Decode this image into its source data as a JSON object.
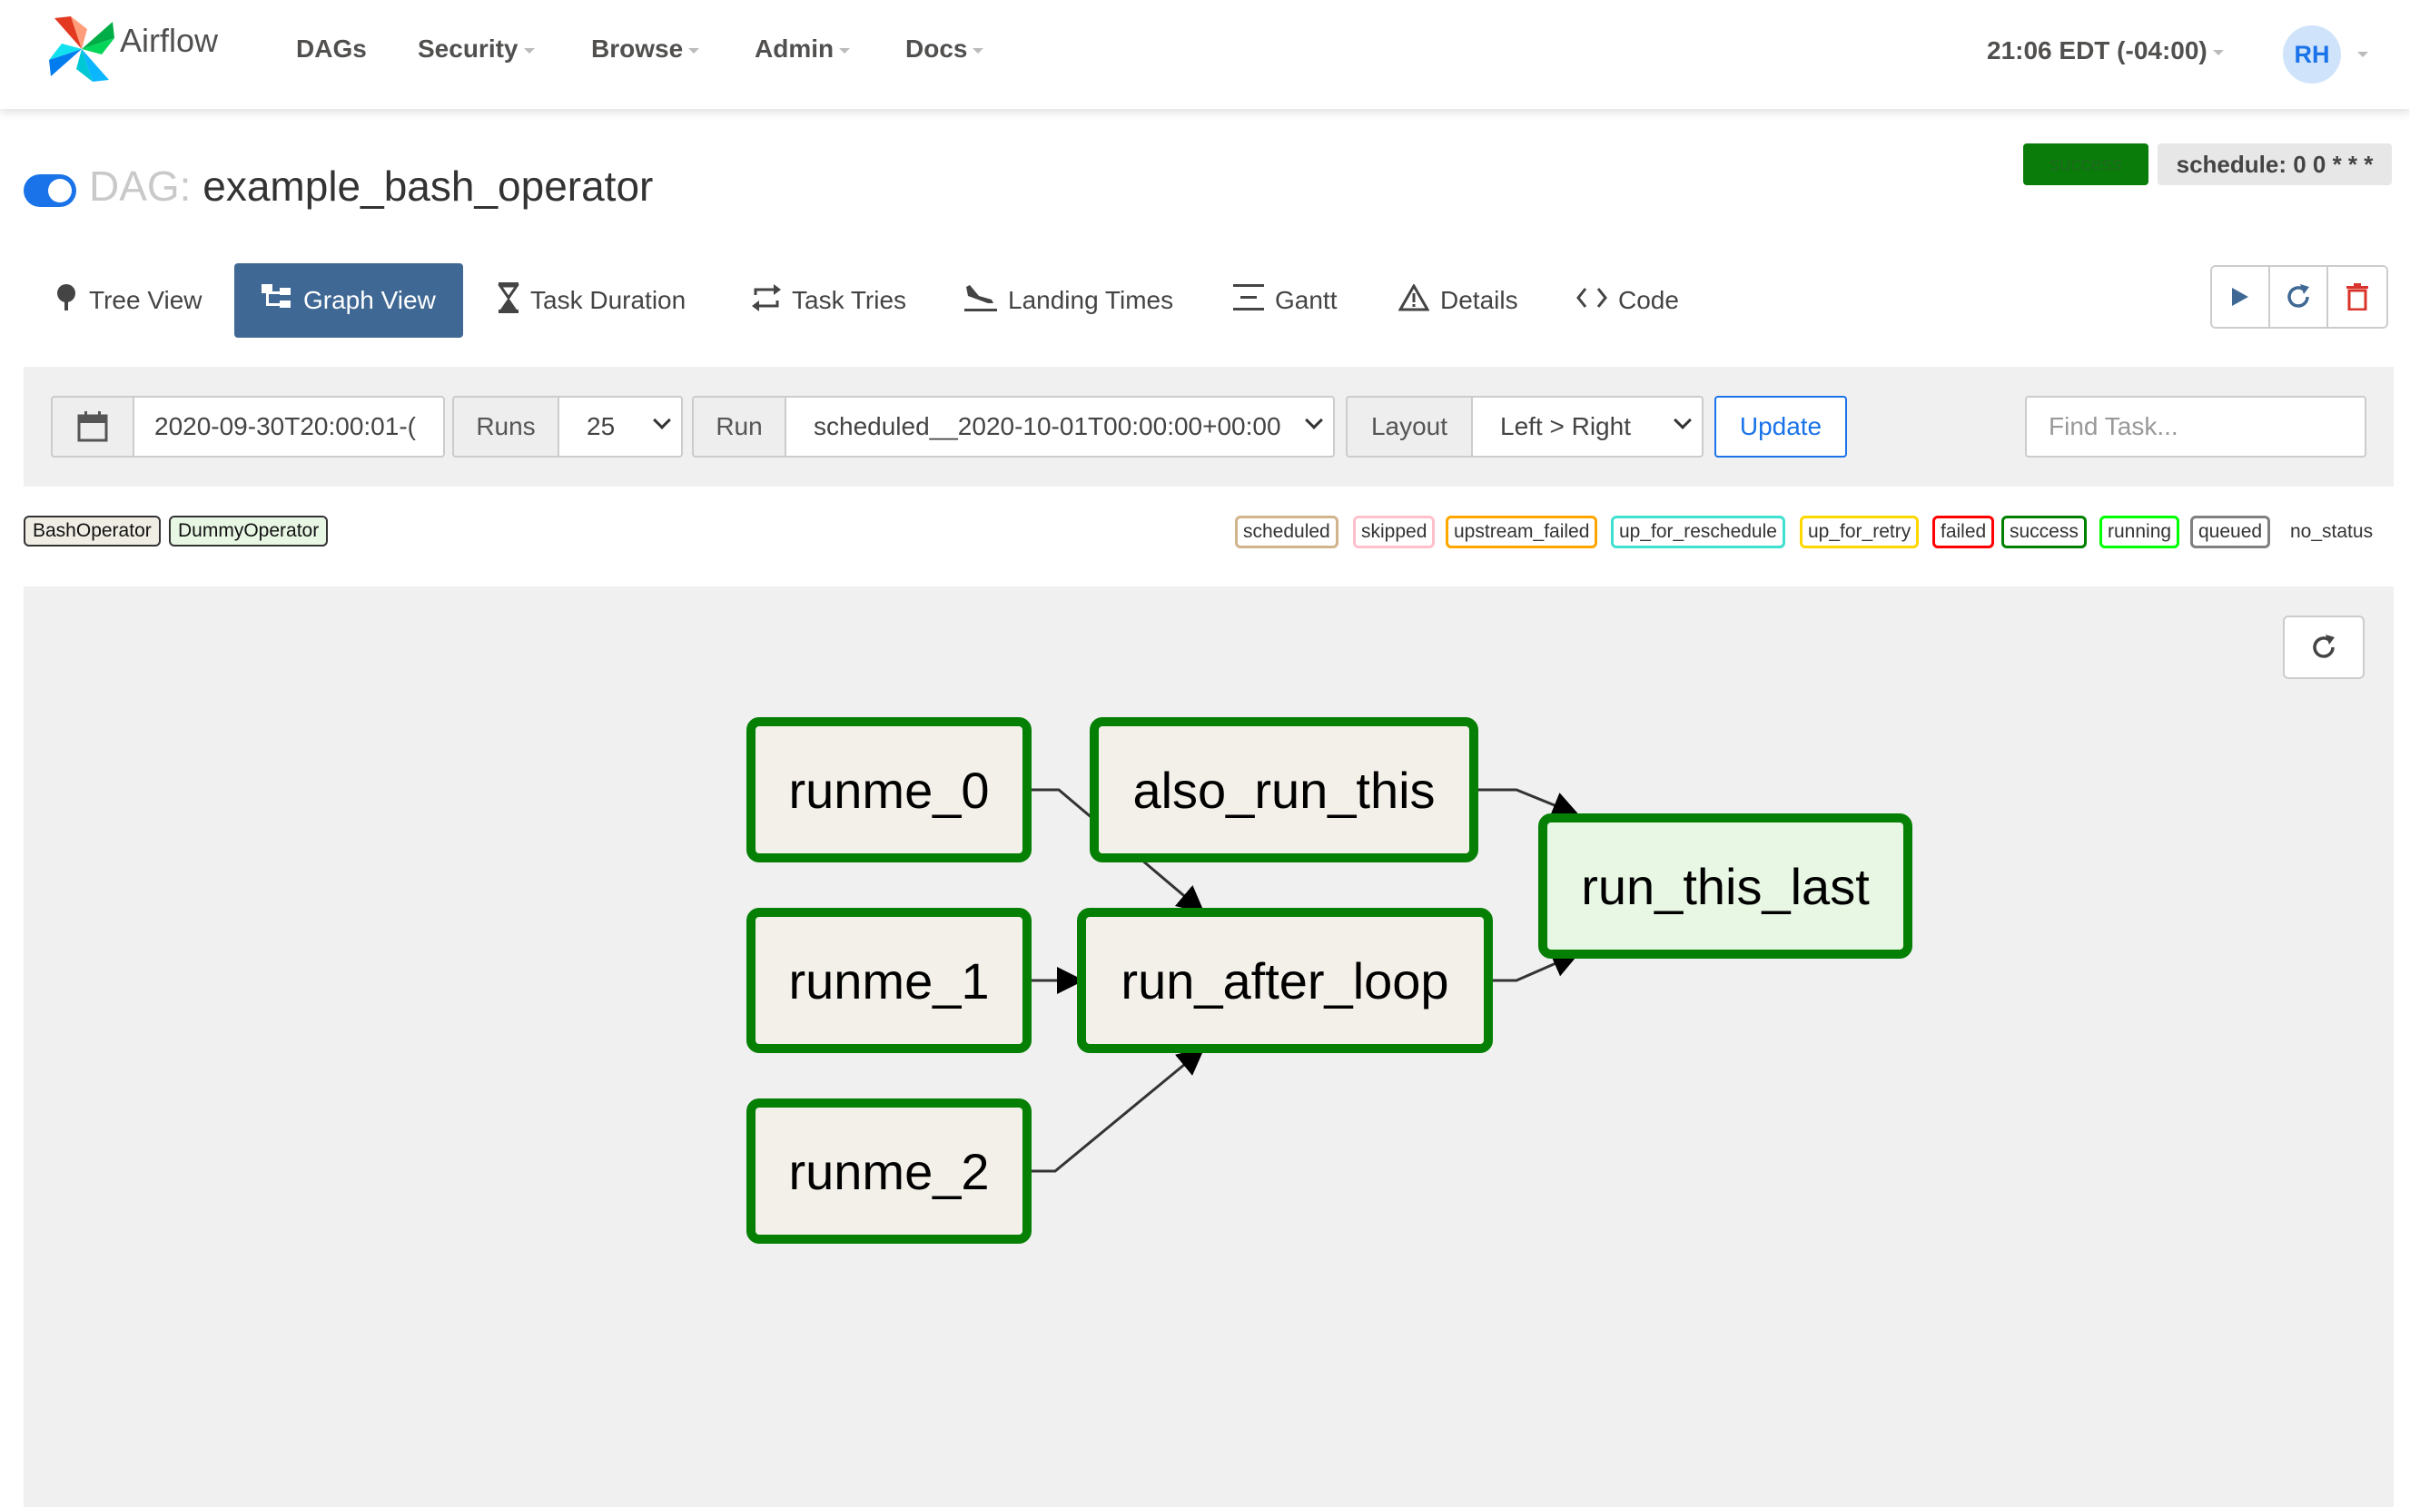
{
  "brand": {
    "name": "Airflow"
  },
  "nav": {
    "items": [
      {
        "label": "DAGs",
        "has_caret": false
      },
      {
        "label": "Security",
        "has_caret": true
      },
      {
        "label": "Browse",
        "has_caret": true
      },
      {
        "label": "Admin",
        "has_caret": true
      },
      {
        "label": "Docs",
        "has_caret": true
      }
    ],
    "clock": "21:06 EDT (-04:00)",
    "user_initials": "RH"
  },
  "dag": {
    "prefix": "DAG:",
    "name": "example_bash_operator",
    "toggle_on": true,
    "status_badge": "success",
    "schedule": "schedule: 0 0 * * *"
  },
  "tabs": [
    {
      "label": "Tree View",
      "icon": "tree-icon",
      "active": false
    },
    {
      "label": "Graph View",
      "icon": "graph-icon",
      "active": true
    },
    {
      "label": "Task Duration",
      "icon": "hourglass-icon",
      "active": false
    },
    {
      "label": "Task Tries",
      "icon": "retry-icon",
      "active": false
    },
    {
      "label": "Landing Times",
      "icon": "plane-landing-icon",
      "active": false
    },
    {
      "label": "Gantt",
      "icon": "gantt-icon",
      "active": false
    },
    {
      "label": "Details",
      "icon": "warning-icon",
      "active": false
    },
    {
      "label": "Code",
      "icon": "code-icon",
      "active": false
    }
  ],
  "actions": {
    "trigger": "play-icon",
    "refresh": "refresh-icon",
    "delete": "trash-icon"
  },
  "controls": {
    "base_date": "2020-09-30T20:00:01-(",
    "runs_label": "Runs",
    "runs_value": "25",
    "run_label": "Run",
    "run_value": "scheduled__2020-10-01T00:00:00+00:00",
    "layout_label": "Layout",
    "layout_value": "Left > Right",
    "update_label": "Update",
    "find_placeholder": "Find Task..."
  },
  "operators": [
    "BashOperator",
    "DummyOperator"
  ],
  "states": [
    {
      "label": "scheduled",
      "color": "#d2b48c"
    },
    {
      "label": "skipped",
      "color": "#ffc0cb"
    },
    {
      "label": "upstream_failed",
      "color": "#ffa500"
    },
    {
      "label": "up_for_reschedule",
      "color": "#40e0d0"
    },
    {
      "label": "up_for_retry",
      "color": "#ffd700"
    },
    {
      "label": "failed",
      "color": "#ff0000"
    },
    {
      "label": "success",
      "color": "#008000"
    },
    {
      "label": "running",
      "color": "#00ff00"
    },
    {
      "label": "queued",
      "color": "#808080"
    }
  ],
  "no_status": "no_status",
  "graph": {
    "nodes": [
      {
        "id": "runme_0",
        "label": "runme_0"
      },
      {
        "id": "runme_1",
        "label": "runme_1"
      },
      {
        "id": "runme_2",
        "label": "runme_2"
      },
      {
        "id": "also_run_this",
        "label": "also_run_this"
      },
      {
        "id": "run_after_loop",
        "label": "run_after_loop"
      },
      {
        "id": "run_this_last",
        "label": "run_this_last"
      }
    ],
    "edges": [
      [
        "runme_0",
        "run_after_loop"
      ],
      [
        "runme_1",
        "run_after_loop"
      ],
      [
        "runme_2",
        "run_after_loop"
      ],
      [
        "also_run_this",
        "run_this_last"
      ],
      [
        "run_after_loop",
        "run_this_last"
      ]
    ]
  },
  "colors": {
    "accent": "#1a73e8",
    "tab_active": "#3f6894",
    "success": "#058005"
  }
}
